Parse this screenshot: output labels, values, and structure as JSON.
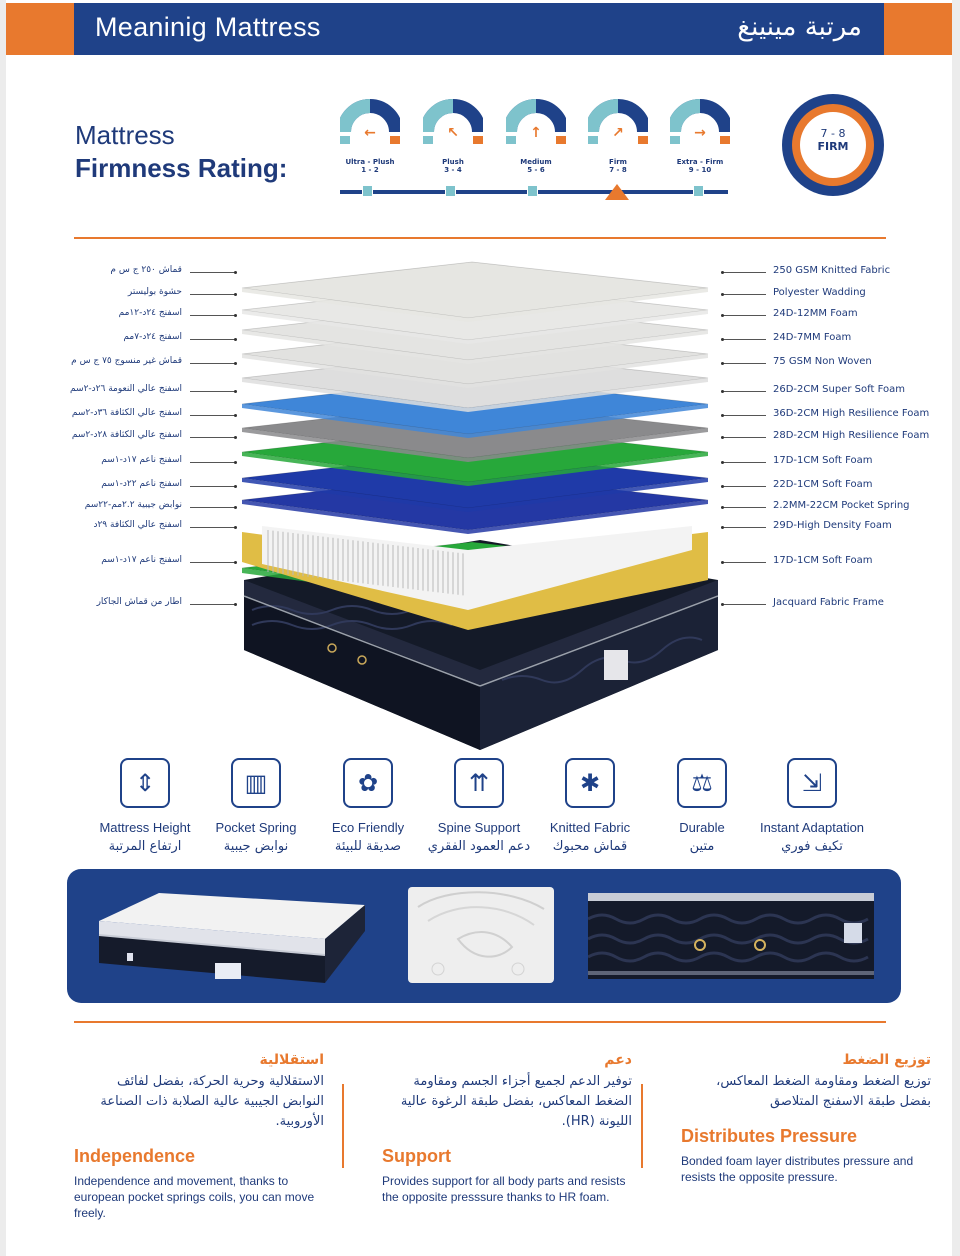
{
  "header": {
    "title": "Meaninig Mattress",
    "title_ar": "مرتبة مينينغ"
  },
  "firmness": {
    "title_line1": "Mattress",
    "title_line2": "Firmness Rating:",
    "levels": [
      {
        "name": "Ultra - Plush",
        "range": "1 - 2",
        "icon": "arrow-left-icon"
      },
      {
        "name": "Plush",
        "range": "3 - 4",
        "icon": "arrow-up-left-icon"
      },
      {
        "name": "Medium",
        "range": "5 - 6",
        "icon": "arrow-up-icon"
      },
      {
        "name": "Firm",
        "range": "7 - 8",
        "icon": "arrow-up-right-icon"
      },
      {
        "name": "Extra - Firm",
        "range": "9 - 10",
        "icon": "arrow-right-icon"
      }
    ],
    "selected_index": 3,
    "badge_value": "7 - 8",
    "badge_text": "FIRM"
  },
  "layers": [
    {
      "ar": "قماش ٢٥٠ ج س م",
      "en": "250 GSM Knitted Fabric",
      "color": "#e6e6e2"
    },
    {
      "ar": "حشوة بوليستر",
      "en": "Polyester Wadding",
      "color": "#e8e8e6"
    },
    {
      "ar": "اسفنج ٢٤د-١٢مم",
      "en": "24D-12MM Foam",
      "color": "#e4e4e2"
    },
    {
      "ar": "اسفنج ٢٤د-٧مم",
      "en": "24D-7MM Foam",
      "color": "#e2e2e0"
    },
    {
      "ar": "قماش غير منسوج ٧٥ ج س م",
      "en": "75 GSM Non Woven",
      "color": "#dedede"
    },
    {
      "ar": "اسفنج عالي النعومة ٢٦د-٢سم",
      "en": "26D-2CM Super Soft Foam",
      "color": "#3f86d8"
    },
    {
      "ar": "اسفنج عالي الكثافة ٣٦د-٢سم",
      "en": "36D-2CM High Resilience Foam",
      "color": "#8a8a8c"
    },
    {
      "ar": "اسفنج عالي الكثافة ٢٨د-٢سم",
      "en": "28D-2CM High Resilience Foam",
      "color": "#27a83a"
    },
    {
      "ar": "اسفنج ناعم ١٧د-١سم",
      "en": "17D-1CM Soft Foam",
      "color": "#1f3aa8"
    },
    {
      "ar": "اسفنج ناعم ٢٢د-١سم",
      "en": "22D-1CM Soft Foam",
      "color": "#2438a4"
    },
    {
      "ar": "نوابض جيبية ٢.٢مم-٢٢سم",
      "en": "2.2MM-22CM Pocket Spring",
      "color": "#d9b43a"
    },
    {
      "ar": "اسفنج عالي الكثافة ٢٩د",
      "en": "29D-High Density Foam",
      "color": "#e0bd45"
    },
    {
      "ar": "اسفنج ناعم ١٧د-١سم",
      "en": "17D-1CM Soft Foam",
      "color": "#27a83a"
    },
    {
      "ar": "اطار من قماش الجاكار",
      "en": "Jacquard Fabric Frame",
      "color": "#1a1f2e"
    }
  ],
  "features": [
    {
      "en": "Mattress Height",
      "ar": "ارتفاع المرتبة",
      "icon": "mattress-height-icon"
    },
    {
      "en": "Pocket Spring",
      "ar": "نوابض جيبية",
      "icon": "pocket-spring-icon"
    },
    {
      "en": "Eco Friendly",
      "ar": "صديقة للبيئة",
      "icon": "eco-leaf-icon"
    },
    {
      "en": "Spine Support",
      "ar": "دعم العمود الفقري",
      "icon": "spine-support-icon"
    },
    {
      "en": "Knitted Fabric",
      "ar": "قماش محبوك",
      "icon": "knitted-fabric-icon"
    },
    {
      "en": "Durable",
      "ar": "متين",
      "icon": "durable-weight-icon"
    },
    {
      "en": "Instant Adaptation",
      "ar": "تكيف فوري",
      "icon": "instant-adaptation-icon"
    }
  ],
  "columns": [
    {
      "ar_title": "استقلالية",
      "ar_body": "الاستقلالية وحرية الحركة، بفضل لفائف النوابض الجيبية عالية الصلابة ذات الصناعة الأوروبية.",
      "en_title": "Independence",
      "en_body": "Independence and movement, thanks to european pocket springs coils, you can move freely."
    },
    {
      "ar_title": "دعم",
      "ar_body": "توفير الدعم لجميع أجزاء الجسم ومقاومة الضغط المعاكس، بفضل طبقة الرغوة عالية الليونة (HR).",
      "en_title": "Support",
      "en_body": "Provides support for all body parts and resists the opposite presssure thanks to HR foam."
    },
    {
      "ar_title": "توزيع الضغط",
      "ar_body": "توزيع الضغط ومقاومة الضغط المعاكس، بفضل طبقة الاسفنج المتلاصق",
      "en_title": "Distributes Pressure",
      "en_body": "Bonded foam layer distributes pressure and resists the opposite pressure."
    }
  ],
  "colors": {
    "navy": "#1f4289",
    "orange": "#e8792e",
    "teal": "#7ec3cc"
  }
}
